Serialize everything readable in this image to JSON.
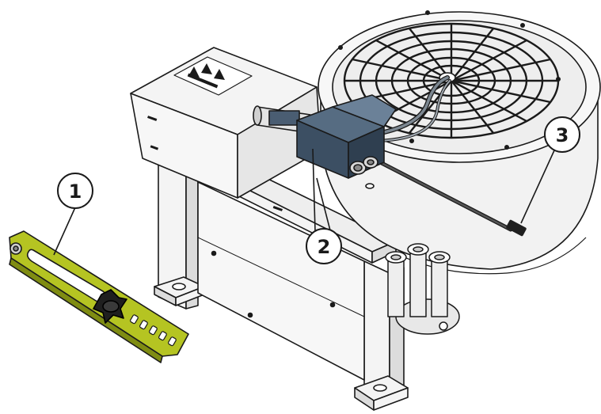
{
  "colors": {
    "line": "#1a1a1a",
    "body_fill": "#f4f4f4",
    "shade": "#dcdcdc",
    "highlight_part": "#b5c422",
    "highlight_part_dark": "#7f8c12",
    "actuator": "#3c4f63",
    "actuator_light": "#566c82",
    "knob": "#1f1f1f"
  },
  "callouts": [
    {
      "label": "1",
      "part": "adjustment-lever"
    },
    {
      "label": "2",
      "part": "actuator-unit"
    },
    {
      "label": "3",
      "part": "sensor-cable"
    }
  ]
}
